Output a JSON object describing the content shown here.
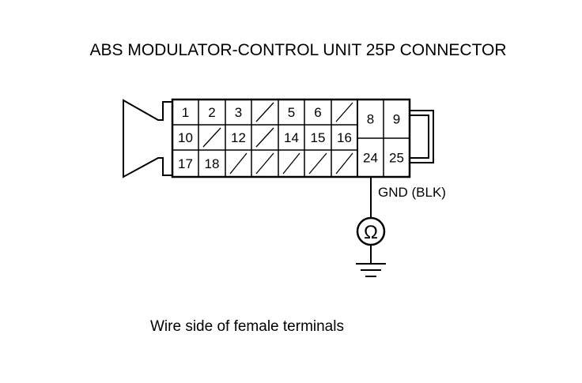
{
  "title": "ABS MODULATOR-CONTROL UNIT 25P CONNECTOR",
  "caption": "Wire side of female terminals",
  "ground_label": "GND (BLK)",
  "ohmmeter_symbol": "Ω",
  "connector": {
    "row1": [
      "1",
      "2",
      "3",
      "",
      "5",
      "6",
      ""
    ],
    "row2": [
      "10",
      "",
      "12",
      "",
      "14",
      "15",
      "16"
    ],
    "row3": [
      "17",
      "18",
      "",
      "",
      "",
      "",
      ""
    ],
    "right_top": [
      "8",
      "9"
    ],
    "right_bottom": [
      "24",
      "25"
    ]
  }
}
